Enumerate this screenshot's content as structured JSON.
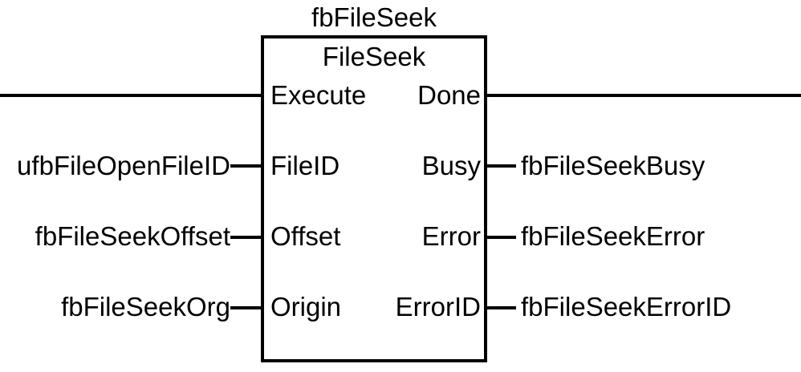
{
  "diagram": {
    "instance_name": "fbFileSeek",
    "block_type": "FileSeek",
    "pins": {
      "inputs": [
        {
          "name": "Execute"
        },
        {
          "name": "FileID",
          "connection": "ufbFileOpenFileID"
        },
        {
          "name": "Offset",
          "connection": "fbFileSeekOffset"
        },
        {
          "name": "Origin",
          "connection": "fbFileSeekOrg"
        }
      ],
      "outputs": [
        {
          "name": "Done"
        },
        {
          "name": "Busy",
          "connection": "fbFileSeekBusy"
        },
        {
          "name": "Error",
          "connection": "fbFileSeekError"
        },
        {
          "name": "ErrorID",
          "connection": "fbFileSeekErrorID"
        }
      ]
    },
    "colors": {
      "wire": "#000000",
      "text": "#000000",
      "background": "#ffffff"
    }
  }
}
